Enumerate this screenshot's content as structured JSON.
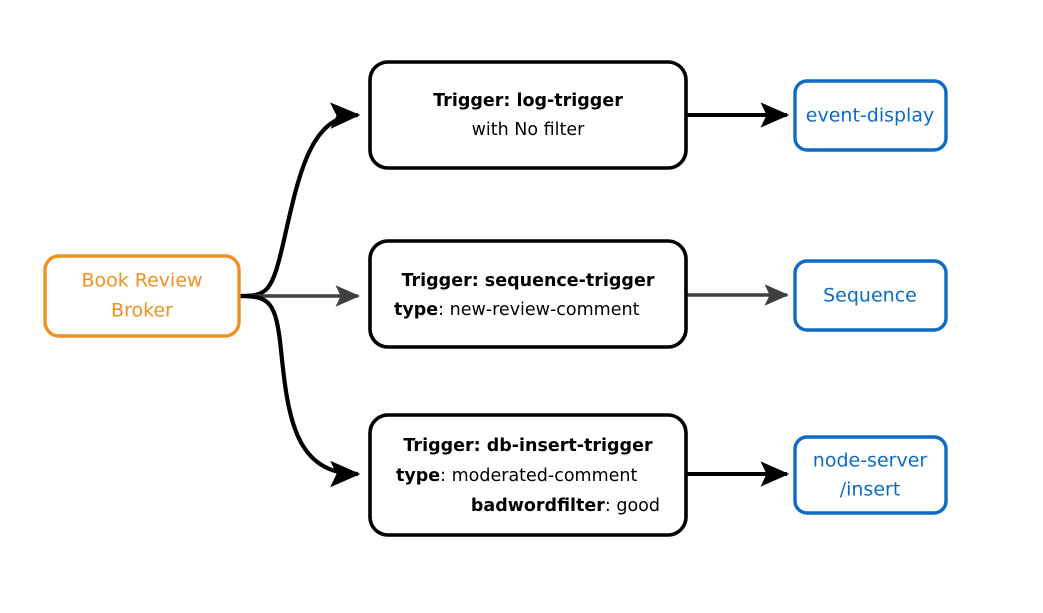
{
  "diagram": {
    "type": "flow-diagram",
    "background": "#ffffff",
    "colors": {
      "broker_accent": "#ED9121",
      "sink_accent": "#0d6bc4",
      "trigger_stroke": "#000000",
      "edge_black": "#000000",
      "edge_gray": "#3f3f3f"
    },
    "source": {
      "name": "book-review-broker",
      "line1": "Book Review",
      "line2": "Broker",
      "shape": "rounded-rect",
      "stroke": "#ED9121"
    },
    "rows": [
      {
        "id": "log",
        "trigger": {
          "name": "log-trigger",
          "line1_bold": "Trigger: log-trigger",
          "line2_plain": "with No filter",
          "stroke": "#000000"
        },
        "sink": {
          "name": "event-display",
          "line1": "event-display",
          "line2": "",
          "stroke": "#0d6bc4"
        },
        "edge_color": "#000000"
      },
      {
        "id": "sequence",
        "trigger": {
          "name": "sequence-trigger",
          "line1_bold": "Trigger: sequence-trigger",
          "line2_key": "type",
          "line2_value": ": new-review-comment",
          "stroke": "#000000"
        },
        "sink": {
          "name": "sequence",
          "line1": "Sequence",
          "line2": "",
          "stroke": "#0d6bc4"
        },
        "edge_color": "#3f3f3f"
      },
      {
        "id": "db-insert",
        "trigger": {
          "name": "db-insert-trigger",
          "line1_bold": "Trigger: db-insert-trigger",
          "line2_key": "type",
          "line2_value": ": moderated-comment",
          "line3_key": "badwordfilter",
          "line3_value": ": good",
          "stroke": "#000000"
        },
        "sink": {
          "name": "node-server-insert",
          "line1": "node-server",
          "line2": "/insert",
          "stroke": "#0d6bc4"
        },
        "edge_color": "#000000"
      }
    ]
  }
}
